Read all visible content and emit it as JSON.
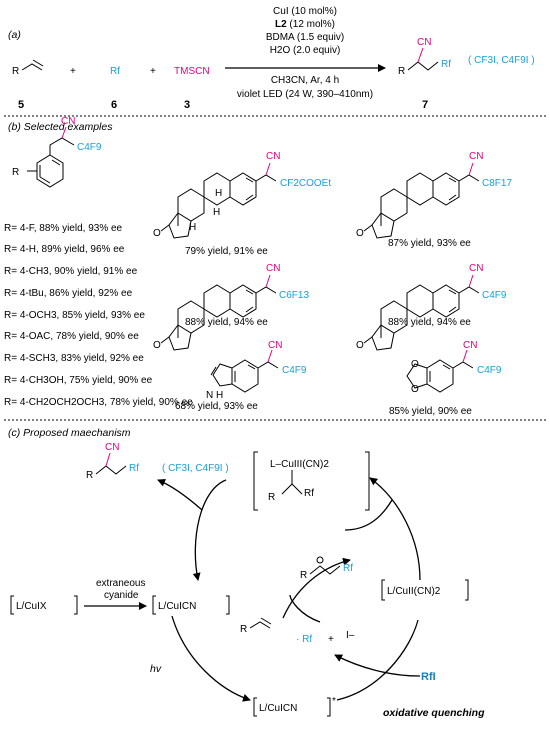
{
  "panel_a": {
    "label": "(a)",
    "conditions": {
      "line1": "CuI (10 mol%)",
      "line2_bold": "L2",
      "line2_rest": " (12 mol%)",
      "line3": "BDMA (1.5 equiv)",
      "line4": "H2O (2.0 equiv)",
      "line5": "CH3CN, Ar, 4 h",
      "line6": "violet LED (24 W, 390–410nm)"
    },
    "reagents": {
      "alkene_R": "R",
      "plus1": "+",
      "rf": "Rf",
      "plus2": "+",
      "tmscn": "TMSCN",
      "product_cn": "CN",
      "product_r": "R",
      "product_rf": "Rf",
      "rf_note": "( CF3I, C4F9I )"
    },
    "compound_numbers": [
      "5",
      "6",
      "3",
      "7"
    ]
  },
  "panel_b": {
    "label": "(b) Selected examples",
    "aryl_examples": [
      "R= 4-F, 88% yield, 93% ee",
      "R= 4-H, 89% yield, 96% ee",
      "R= 4-CH3, 90% yield, 91% ee",
      "R= 4-tBu, 86% yield, 92% ee",
      "R= 4-OCH3, 85% yield, 93% ee",
      "R= 4-OAC, 78% yield, 90% ee",
      "R= 4-SCH3, 83% yield, 92% ee",
      "R= 4-CH3OH, 75% yield, 90% ee",
      "R= 4-CH2OCH2OCH3, 78% yield, 90% ee"
    ],
    "scaffold": {
      "cn": "CN",
      "chain": "C4F9",
      "r": "R"
    },
    "structures": [
      {
        "cn": "CN",
        "chain": "CF2COOEt",
        "yield": "79% yield, 91% ee"
      },
      {
        "cn": "CN",
        "chain": "C8F17",
        "yield": "87% yield, 93% ee"
      },
      {
        "cn": "CN",
        "chain": "C6F13",
        "yield": "88% yield, 94% ee"
      },
      {
        "cn": "CN",
        "chain": "C4F9",
        "yield": "88% yield, 94% ee"
      },
      {
        "cn": "CN",
        "chain": "C4F9",
        "yield": "68% yield, 93% ee",
        "nh": "N\nH"
      },
      {
        "cn": "CN",
        "chain": "C4F9",
        "yield": "85% yield, 90% ee"
      }
    ],
    "stereo_labels": [
      "H",
      "H",
      "H",
      "O"
    ]
  },
  "panel_c": {
    "label": "(c) Proposed maechanism",
    "product_cn": "CN",
    "product_r": "R",
    "product_rf": "Rf",
    "rf_note": "( CF3I, C4F9I )",
    "cu3_complex": "L–CuIII(CN)2",
    "cu3_r": "R",
    "cu3_rf": "Rf",
    "precatalyst": "L/CuIX",
    "extraneous": "extraneous",
    "cyanide": "cyanide",
    "cu1cn": "L/CuICN",
    "cu2": "L/CuII(CN)2",
    "radical_alkyl_r": "R",
    "radical_alkyl_rf": "Rf",
    "alkene_r": "R",
    "rf_radical": "· Rf",
    "plus": "+",
    "iodide": "I–",
    "hv": "hv",
    "excited": "L/CuICN",
    "rfi": "RfI",
    "quench": "oxidative quenching"
  }
}
